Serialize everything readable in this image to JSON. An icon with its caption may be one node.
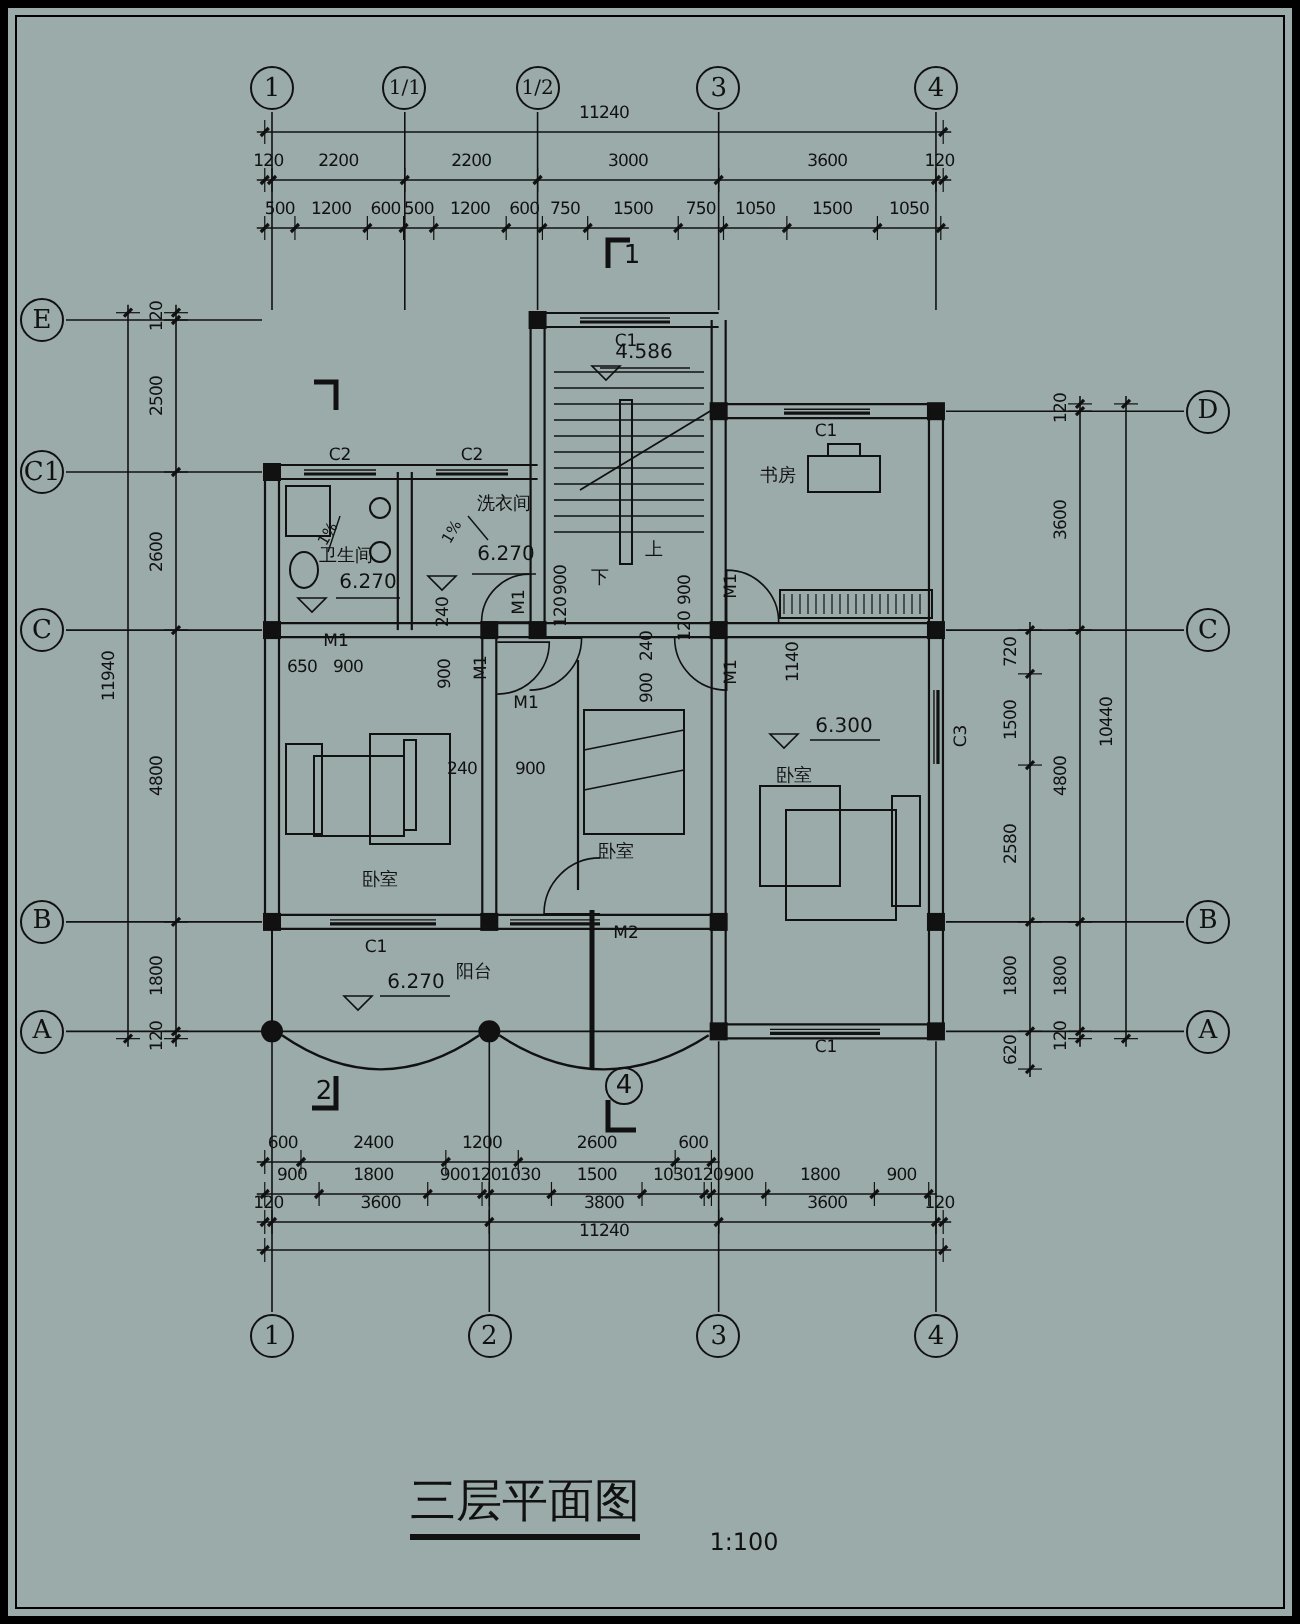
{
  "diagram": {
    "title": "三层平面图",
    "nodes": [
      {
        "text": [
          "1"
        ]
      },
      {
        "text": [
          "1/1"
        ]
      },
      {
        "text": [
          "1/2"
        ]
      },
      {
        "text": [
          "3"
        ]
      },
      {
        "text": [
          "4"
        ]
      },
      {
        "text": [
          "E"
        ]
      },
      {
        "text": [
          "C1"
        ]
      },
      {
        "text": [
          "C"
        ]
      },
      {
        "text": [
          "B"
        ]
      },
      {
        "text": [
          "A"
        ]
      },
      {
        "text": [
          "D"
        ]
      },
      {
        "text": [
          "C"
        ]
      },
      {
        "text": [
          "B"
        ]
      },
      {
        "text": [
          "A"
        ]
      },
      {
        "text": [
          "1"
        ]
      },
      {
        "text": [
          "2"
        ]
      },
      {
        "text": [
          "3"
        ]
      },
      {
        "text": [
          "4"
        ]
      }
    ],
    "labels": [
      "11240",
      "120",
      "2200",
      "2200",
      "3000",
      "3600",
      "120",
      "500",
      "1200",
      "600",
      "500",
      "1200",
      "600",
      "750",
      "1500",
      "750",
      "1050",
      "1500",
      "1050",
      "1",
      "120",
      "2500",
      "2600",
      "4800",
      "1800",
      "120",
      "11940",
      "C1",
      "4.586",
      "C2",
      "C2",
      "洗衣间",
      "1%",
      "1%",
      "卫生间",
      "6.270",
      "6.270",
      "上",
      "下",
      "书房",
      "C1",
      "M1",
      "900",
      "120",
      "900",
      "120",
      "M1",
      "M1",
      "240",
      "650",
      "900",
      "900",
      "M1",
      "240",
      "900",
      "M1",
      "1140",
      "M1",
      "240",
      "900",
      "6.300",
      "卧室",
      "C3",
      "卧室",
      "卧室",
      "C1",
      "M2",
      "6.270",
      "阳台",
      "C1",
      "720",
      "1500",
      "2580",
      "1800",
      "620",
      "120",
      "3600",
      "4800",
      "1800",
      "120",
      "10440",
      "2",
      "4",
      "600",
      "2400",
      "1200",
      "2600",
      "600",
      "900",
      "1800",
      "900",
      "120",
      "1030",
      "1500",
      "1030",
      "120",
      "900",
      "1800",
      "900",
      "120",
      "3600",
      "3800",
      "3600",
      "120",
      "11240",
      "1:100"
    ]
  }
}
